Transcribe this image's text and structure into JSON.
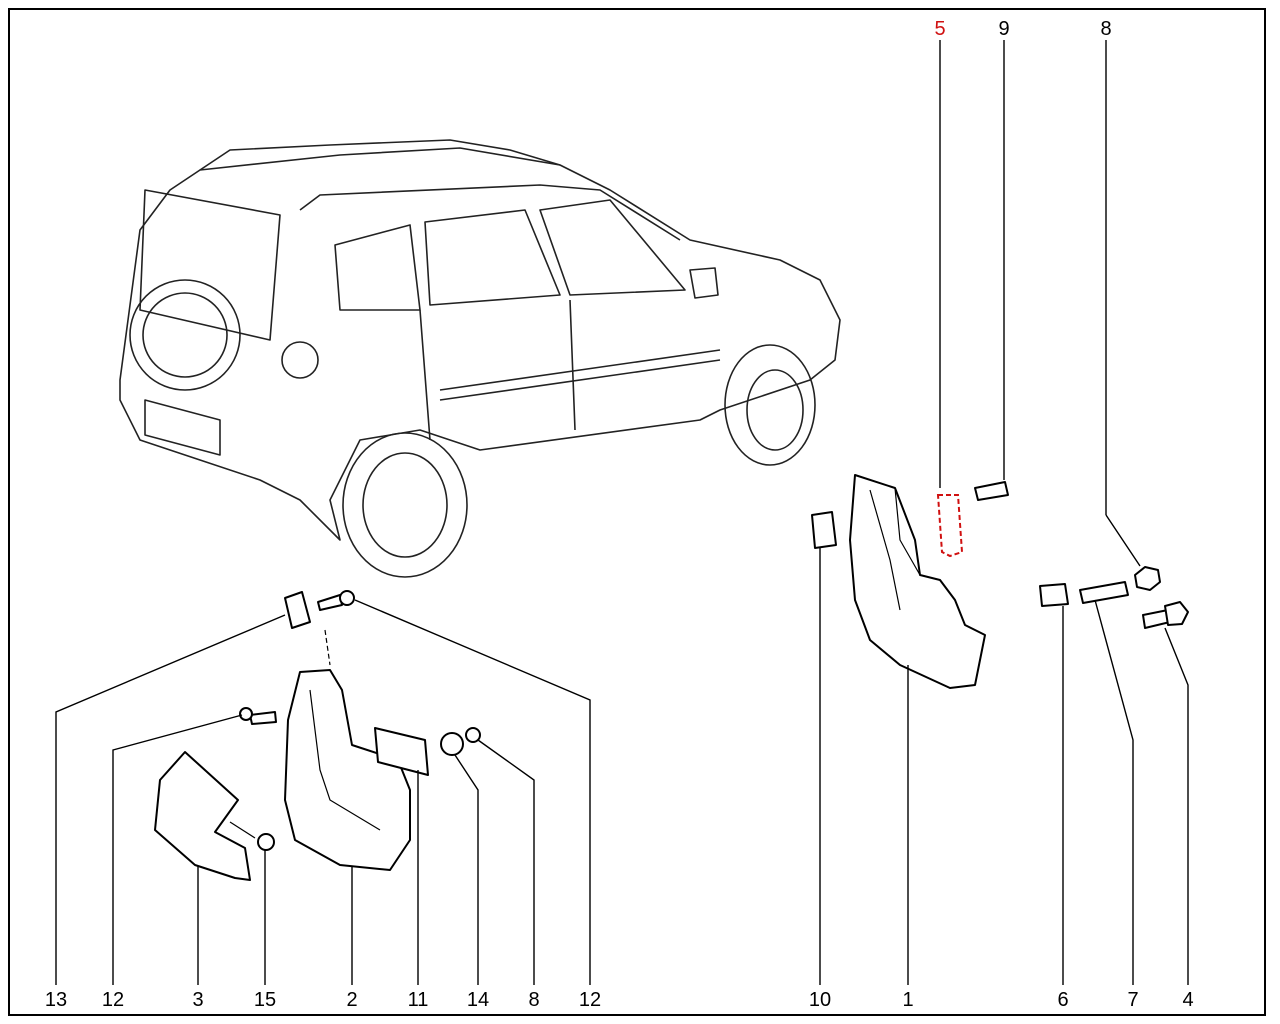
{
  "diagram": {
    "title": "Mudflaps assembly",
    "accent_color": "#d01010",
    "callouts_top": [
      {
        "id": "5",
        "highlighted": true
      },
      {
        "id": "9",
        "highlighted": false
      },
      {
        "id": "8",
        "highlighted": false
      }
    ],
    "callouts_bottom": [
      "13",
      "12",
      "3",
      "15",
      "2",
      "11",
      "14",
      "8",
      "12",
      "10",
      "1",
      "6",
      "7",
      "4"
    ]
  }
}
